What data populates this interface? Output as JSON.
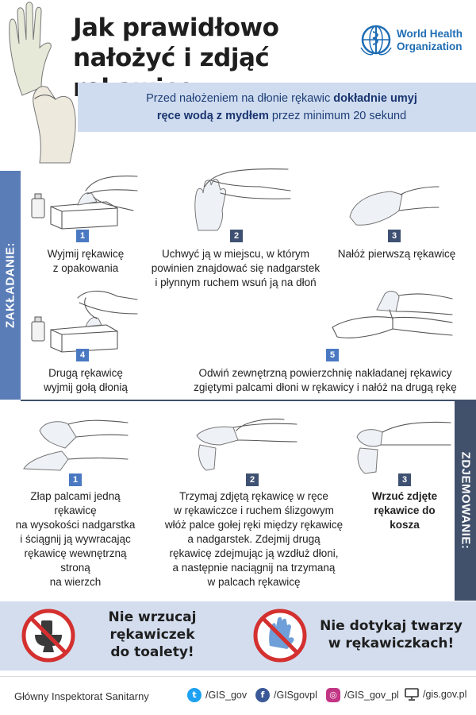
{
  "header": {
    "title_line1": "Jak prawidłowo",
    "title_line2": "nałożyć i zdjąć rękawice",
    "org_line1": "World Health",
    "org_line2": "Organization"
  },
  "banner": {
    "part1": "Przed nałożeniem na dłonie rękawic ",
    "bold1": "dokładnie umyj",
    "bold2": "ręce wodą z mydłem",
    "part2": " przez minimum 20 sekund"
  },
  "putting_on": {
    "side_label": "ZAKŁADANIE:",
    "steps": [
      {
        "num": "1",
        "line1": "Wyjmij rękawicę",
        "line2": "z opakowania"
      },
      {
        "num": "2",
        "line1": "Uchwyć ją w miejscu, w którym",
        "line2": "powinien znajdować się nadgarstek",
        "line3": "i płynnym ruchem wsuń ją na dłoń"
      },
      {
        "num": "3",
        "line1": "Nałóż pierwszą rękawicę"
      },
      {
        "num": "4",
        "line1": "Drugą rękawicę",
        "line2": "wyjmij gołą dłonią"
      },
      {
        "num": "5",
        "line1": "Odwiń zewnętrzną powierzchnię nakładanej rękawicy",
        "line2": "zgiętymi palcami dłoni w rękawicy i nałóż na drugą rękę"
      }
    ]
  },
  "taking_off": {
    "side_label": "ZDJEMOWANIE:",
    "steps": [
      {
        "num": "1",
        "line1": "Złap palcami jedną rękawicę",
        "line2": "na wysokości nadgarstka",
        "line3": "i ściągnij ją wywracając",
        "line4": "rękawicę wewnętrzną stroną",
        "line5": "na wierzch"
      },
      {
        "num": "2",
        "line1": "Trzymaj zdjętą rękawicę w ręce",
        "line2": "w rękawiczce i ruchem ślizgowym",
        "line3": "włóż palce gołej ręki między rękawicę",
        "line4": "a nadgarstek. Zdejmij drugą",
        "line5": "rękawicę zdejmując ją wzdłuż dłoni,",
        "line6": "a następnie naciągnij na trzymaną",
        "line7": "w palcach rękawicę"
      },
      {
        "num": "3",
        "line1": "Wrzuć zdjęte",
        "line2": "rękawice do",
        "line3": "kosza"
      }
    ]
  },
  "warnings": {
    "w1_line1": "Nie wrzucaj",
    "w1_line2": "rękawiczek",
    "w1_line3": "do toalety!",
    "w2_line1": "Nie dotykaj twarzy",
    "w2_line2": "w rękawiczkach!"
  },
  "footer": {
    "org": "Główny Inspektorat Sanitarny",
    "twitter": "/GIS_gov",
    "facebook": "/GISgovpl",
    "instagram": "/GIS_gov_pl",
    "web": "/gis.gov.pl"
  },
  "colors": {
    "accent_blue": "#4a79c2",
    "dark_slate": "#41506b",
    "banner_bg": "#cfdcef",
    "warn_bg": "#d3ddee",
    "prohibit_red": "#d3302f",
    "who_blue": "#1f6db4"
  },
  "icons": [
    "glove-icon",
    "who-emblem-icon",
    "toilet-prohibited-icon",
    "face-touch-prohibited-icon",
    "twitter-icon",
    "facebook-icon",
    "instagram-icon",
    "monitor-icon"
  ]
}
